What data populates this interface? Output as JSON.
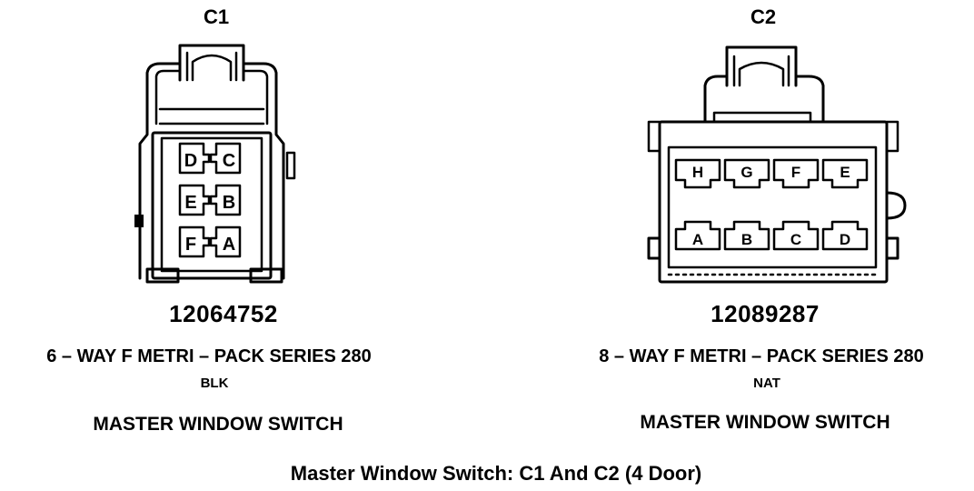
{
  "connectors": [
    {
      "label": "C1",
      "part_number": "12064752",
      "description": "6 – WAY F METRI – PACK SERIES 280",
      "color": "BLK",
      "name": "MASTER WINDOW SWITCH",
      "pins": [
        "D",
        "C",
        "E",
        "B",
        "F",
        "A"
      ]
    },
    {
      "label": "C2",
      "part_number": "12089287",
      "description": "8 – WAY F METRI – PACK SERIES 280",
      "color": "NAT",
      "name": "MASTER WINDOW SWITCH",
      "pins": [
        "H",
        "G",
        "F",
        "E",
        "A",
        "B",
        "C",
        "D"
      ]
    }
  ],
  "caption": "Master Window Switch: C1 And C2 (4 Door)"
}
